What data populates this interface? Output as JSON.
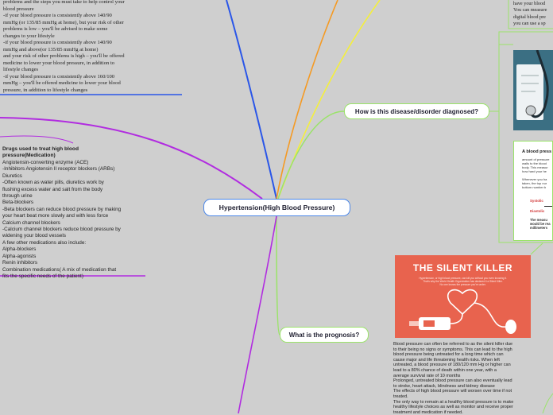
{
  "title": "Hypertension(High Blood Pressure)",
  "nodes": {
    "central": "Hypertension(High Blood Pressure)",
    "diagnosed": "How is this disease/disorder diagnosed?",
    "prognosis": "What is the prognosis?"
  },
  "treatment_text": "problems and the steps you must take to help control your\nblood pressure\n-if your blood pressure is consistently above 140/90\nmmHg (or 135/85 mmHg at home), but your risk of other\nproblems is low – you'll be advised to make some\nchanges to your lifestyle\n  -if your blood pressure is consistently above 140/90\nmmHg and above(or 135/85 mmHg at home)\nand your risk of other problems is high – you'll be offered\nmedicine to lower your blood pressure, in addition to\nlifestyle changes\n-if your blood pressure is consistently above 160/100\nmmHg – you'll be offered medicine to lower your blood\npressure, in addition to lifestyle changes",
  "drugs": {
    "heading": "Drugs used to treat high blood\npressure(Medication)",
    "body": "Angiotensin-converting enzyme (ACE)\n-Inhibitors Angiotensin II receptor blockers (ARBs)\nDiuretics\n-Often known as water pills, diuretics work by\nflushing excess water and salt from the body\nthrough urine\nBeta-blockers\n-Beta blockers can reduce blood pressure by making\nyour heart beat more slowly and with less force\nCalcium channel blockers\n-Calcium channel blockers reduce blood pressure by\nwidening your blood vessels\nA few other medications also include:\nAlpha-blockers\nAlpha-agonists\nRenin inhibitors\nCombination medications( A mix of medication that\nfits the specific needs of the patient)"
  },
  "diagnosis_text": "have your blood\nYou can measure\ndigital blood pre\nyou can use a sp",
  "prognosis_text": "Blood pressure can often be referred to as the silent killer due\nto their being no signs or symptoms. This can lead to the high\nblood pressure being untreated for a long time which can\ncause major and life threatening health risks. When left\nuntreated, a blood pressure of 180/120 mm Hg or higher can\nlead to a 80% chance of death within one year, with a\naverage survival rate of 10 months\nProlonged, untreated blood pressure can also eventually lead\nto stroke, heart attack, blindness and kidney disease\nThe effects of high blood pressure will worsen over time if not\ntreated.\nThe only way to remain at a healthy blood pressure is to make\nhealthy lifestyle choices as well as monitor and receive proper\ntreatment and medication if needed.",
  "silent_killer": {
    "title": "THE SILENT KILLER",
    "subtitle": "Hypertension, or high blood pressure, can kill you without you even knowing it.\nThat's why the World Health Organization has declared it a Silent Killer.\nNo one knows the pressure you're under."
  },
  "bp_card": {
    "title": "A blood press",
    "body": "amount of pressure\nwalls to the blood\nbody. This measur\nhow hard your he\n\nWhenever you ha\ntaken, the top nur\nbottom number b",
    "systolic_label": "Systolic",
    "diastolic_label": "Diastolic",
    "footer": "The measu\nwould be rea\nmillimeters"
  },
  "colors": {
    "background": "#cfcfcf",
    "central_border": "#4a86e8",
    "branch_green": "#9be36a",
    "branch_blue": "#2a56e8",
    "branch_purple": "#b12ce0",
    "branch_orange": "#f59a23",
    "branch_yellow": "#f4ef3c",
    "silent_killer_bg": "#e8634e"
  }
}
